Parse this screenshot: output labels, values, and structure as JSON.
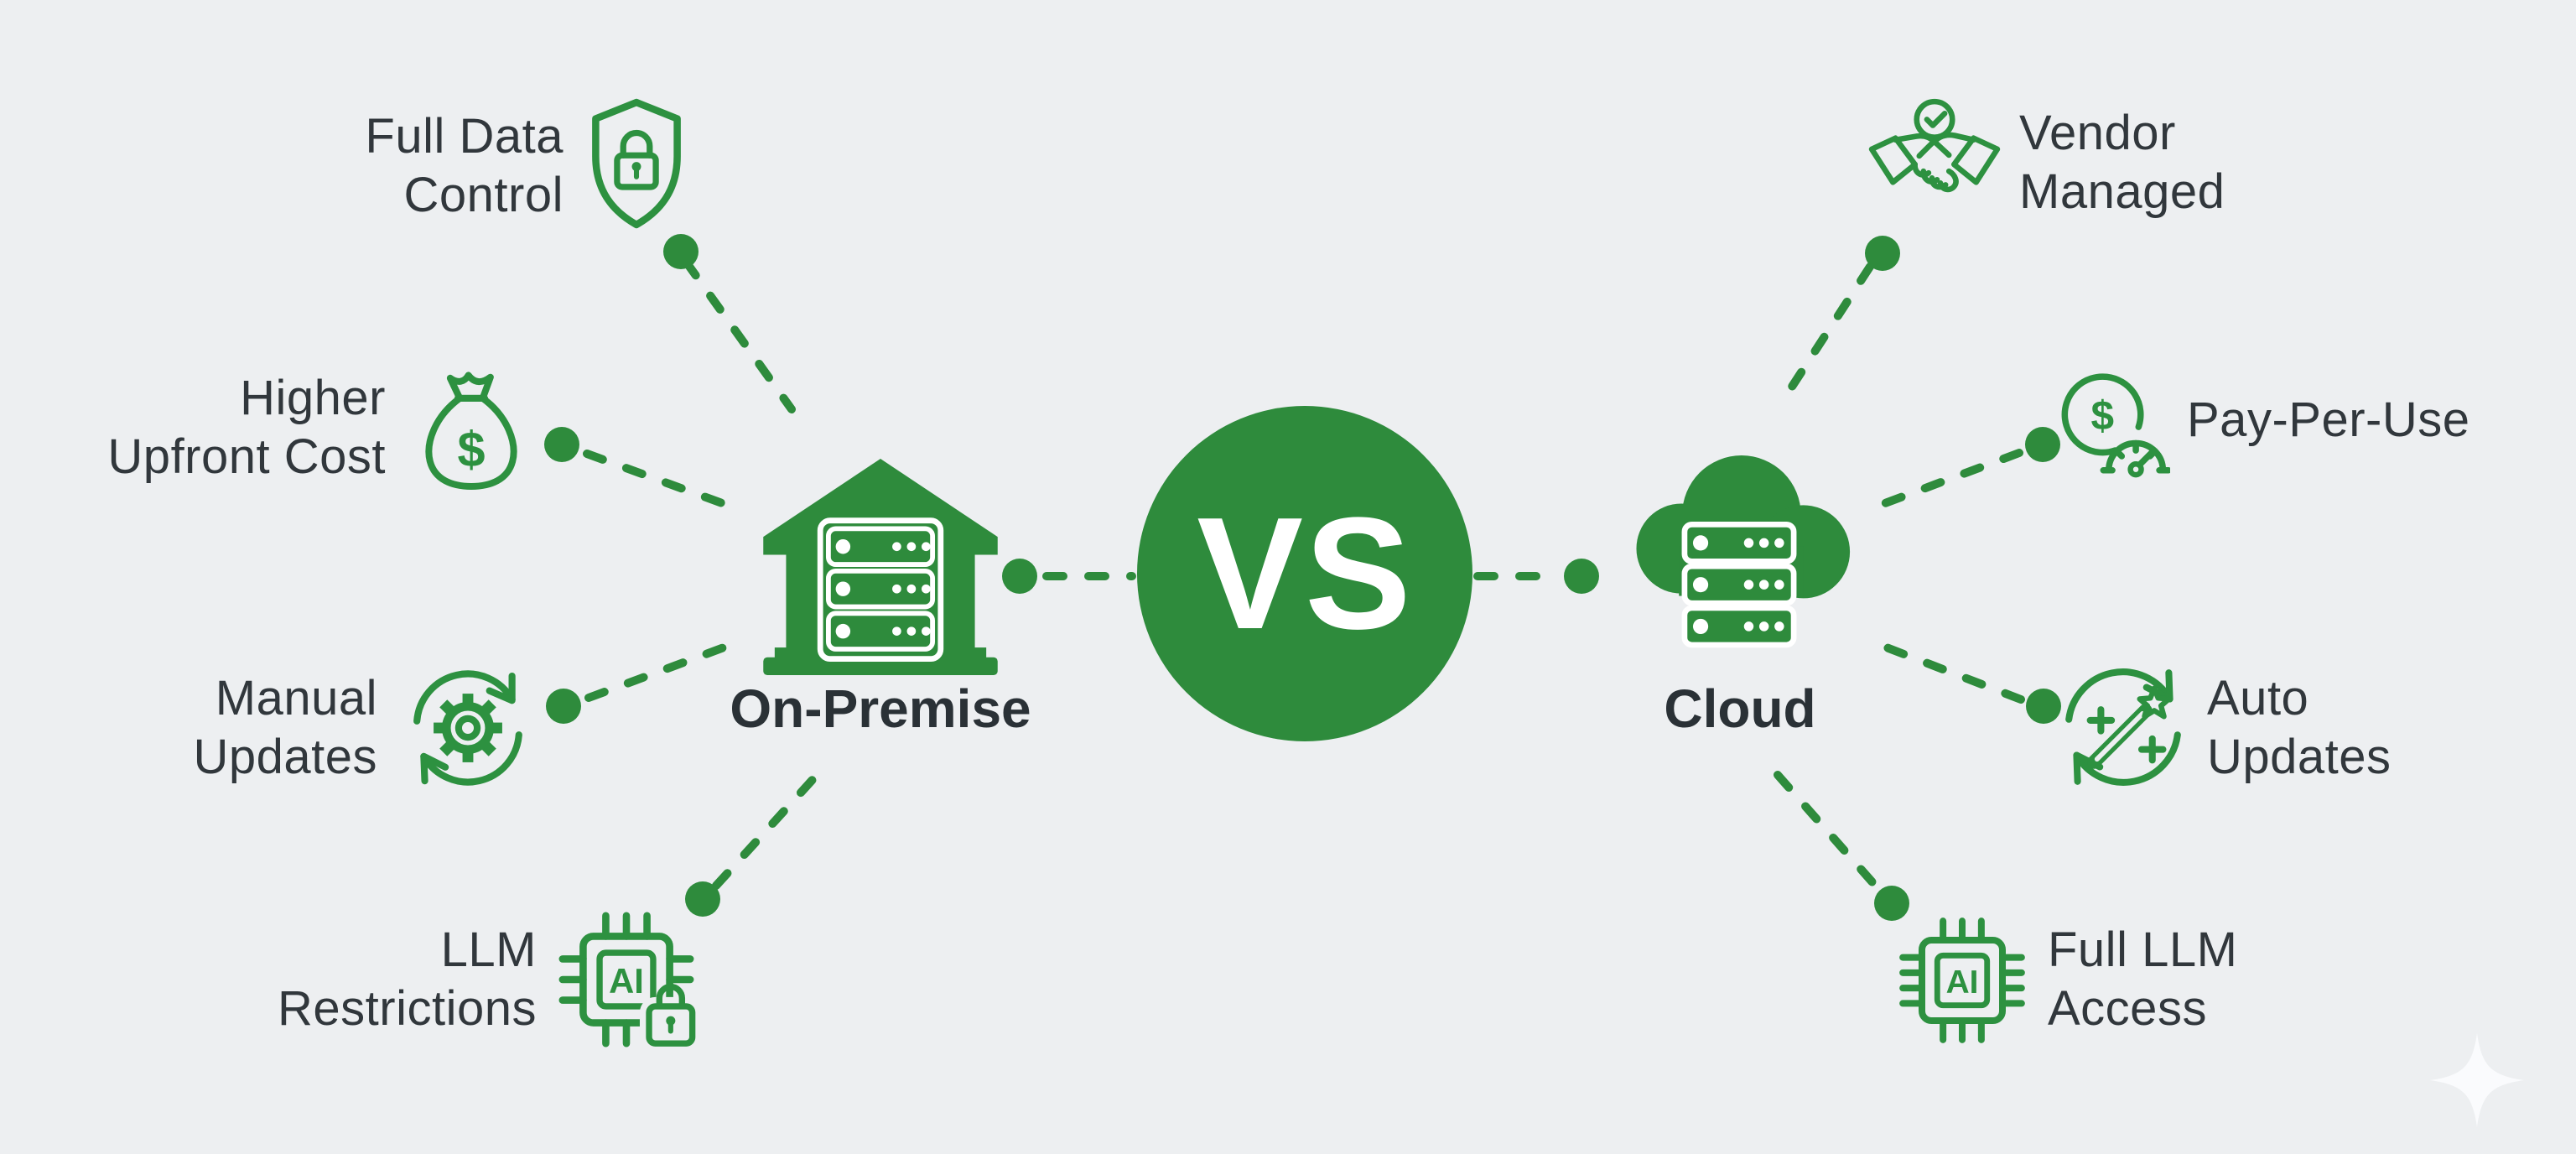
{
  "colors": {
    "background": "#edeff1",
    "green_fill": "#2e8b3c",
    "green_stroke": "#2d9140",
    "text_dark": "#31373c",
    "vs_text": "#ffffff"
  },
  "vs_badge": {
    "label": "VS"
  },
  "columns": {
    "left": {
      "heading": "On-Premise",
      "icon": "building-servers-icon",
      "items": [
        {
          "line1": "Full Data",
          "line2": "Control",
          "icon": "shield-lock-icon"
        },
        {
          "line1": "Higher",
          "line2": "Upfront Cost",
          "icon": "money-bag-icon"
        },
        {
          "line1": "Manual",
          "line2": "Updates",
          "icon": "gear-refresh-icon"
        },
        {
          "line1": "LLM",
          "line2": "Restrictions",
          "icon": "ai-chip-lock-icon"
        }
      ]
    },
    "right": {
      "heading": "Cloud",
      "icon": "cloud-servers-icon",
      "items": [
        {
          "line1": "Vendor",
          "line2": "Managed",
          "icon": "handshake-check-icon"
        },
        {
          "line1": "Pay-Per-Use",
          "line2": "",
          "icon": "dollar-gauge-icon"
        },
        {
          "line1": "Auto",
          "line2": "Updates",
          "icon": "wand-refresh-icon"
        },
        {
          "line1": "Full LLM",
          "line2": "Access",
          "icon": "ai-chip-icon"
        }
      ]
    }
  },
  "icons": {
    "ai_chip_text": "AI",
    "dollar_symbol": "$"
  },
  "watermark": {
    "shape": "four-point-sparkle",
    "color": "#fafbfd"
  }
}
